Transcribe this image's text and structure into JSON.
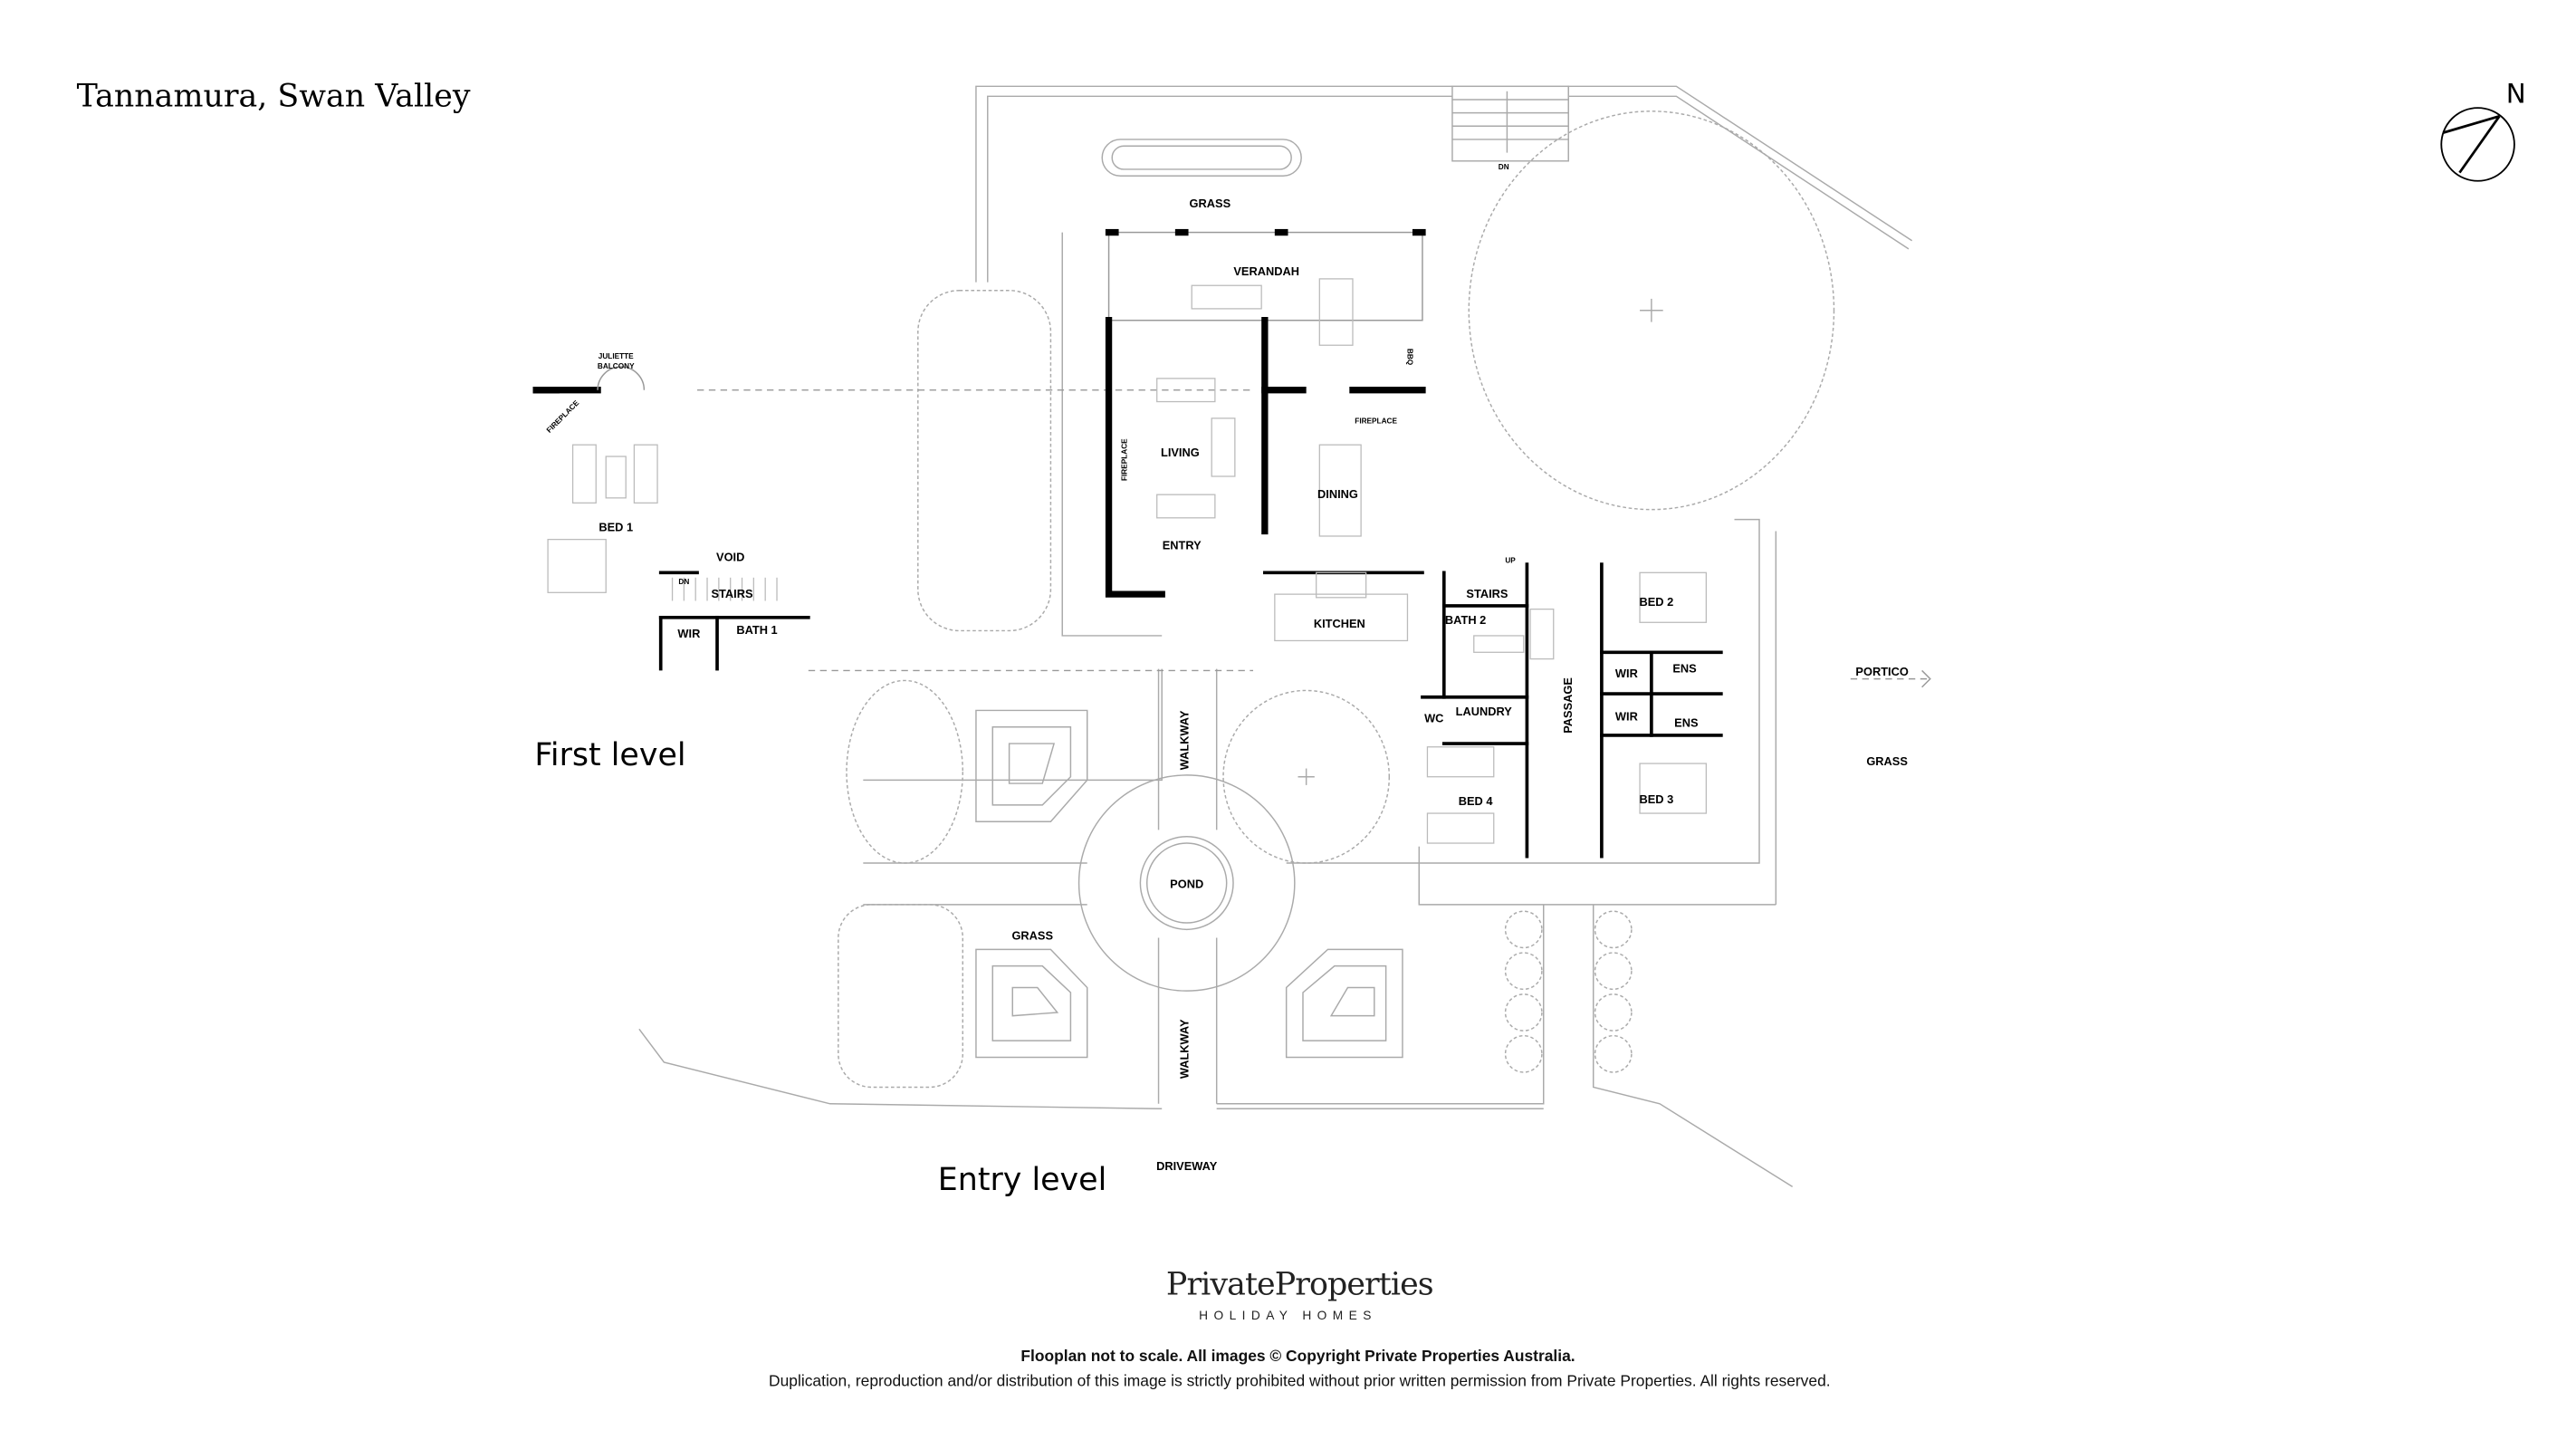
{
  "header": {
    "title": "Tannamura, Swan Valley",
    "north_label": "N"
  },
  "levels": {
    "first": "First level",
    "entry": "Entry level"
  },
  "first_level_rooms": {
    "juliette": "JULIETTE",
    "balcony": "BALCONY",
    "fireplace": "FIREPLACE",
    "bed1": "BED 1",
    "void": "VOID",
    "stairs": "STAIRS",
    "dn": "DN",
    "wir": "WIR",
    "bath1": "BATH 1"
  },
  "entry_level_rooms": {
    "grass_top": "GRASS",
    "dn_top": "DN",
    "verandah": "VERANDAH",
    "bbq": "BBQ",
    "living": "LIVING",
    "fireplace_living": "FIREPLACE",
    "fireplace_dining": "FIREPLACE",
    "dining": "DINING",
    "entry": "ENTRY",
    "kitchen": "KITCHEN",
    "stairs": "STAIRS",
    "up": "UP",
    "bath2": "BATH 2",
    "laundry": "LAUNDRY",
    "wc": "WC",
    "passage": "PASSAGE",
    "bed2": "BED 2",
    "bed3": "BED 3",
    "bed4": "BED 4",
    "wir_a": "WIR",
    "wir_b": "WIR",
    "ens_a": "ENS",
    "ens_b": "ENS",
    "portico": "PORTICO",
    "grass_right": "GRASS",
    "walkway_top": "WALKWAY",
    "walkway_bottom": "WALKWAY",
    "pond": "POND",
    "grass_bottom": "GRASS",
    "driveway": "DRIVEWAY"
  },
  "brand": {
    "name": "PrivateProperties",
    "tagline": "HOLIDAY HOMES"
  },
  "footer": {
    "line1": "Flooplan not to scale. All images © Copyright Private Properties Australia.",
    "line2": "Duplication, reproduction and/or distribution of this image is strictly prohibited without prior written permission from Private Properties. All rights reserved."
  }
}
